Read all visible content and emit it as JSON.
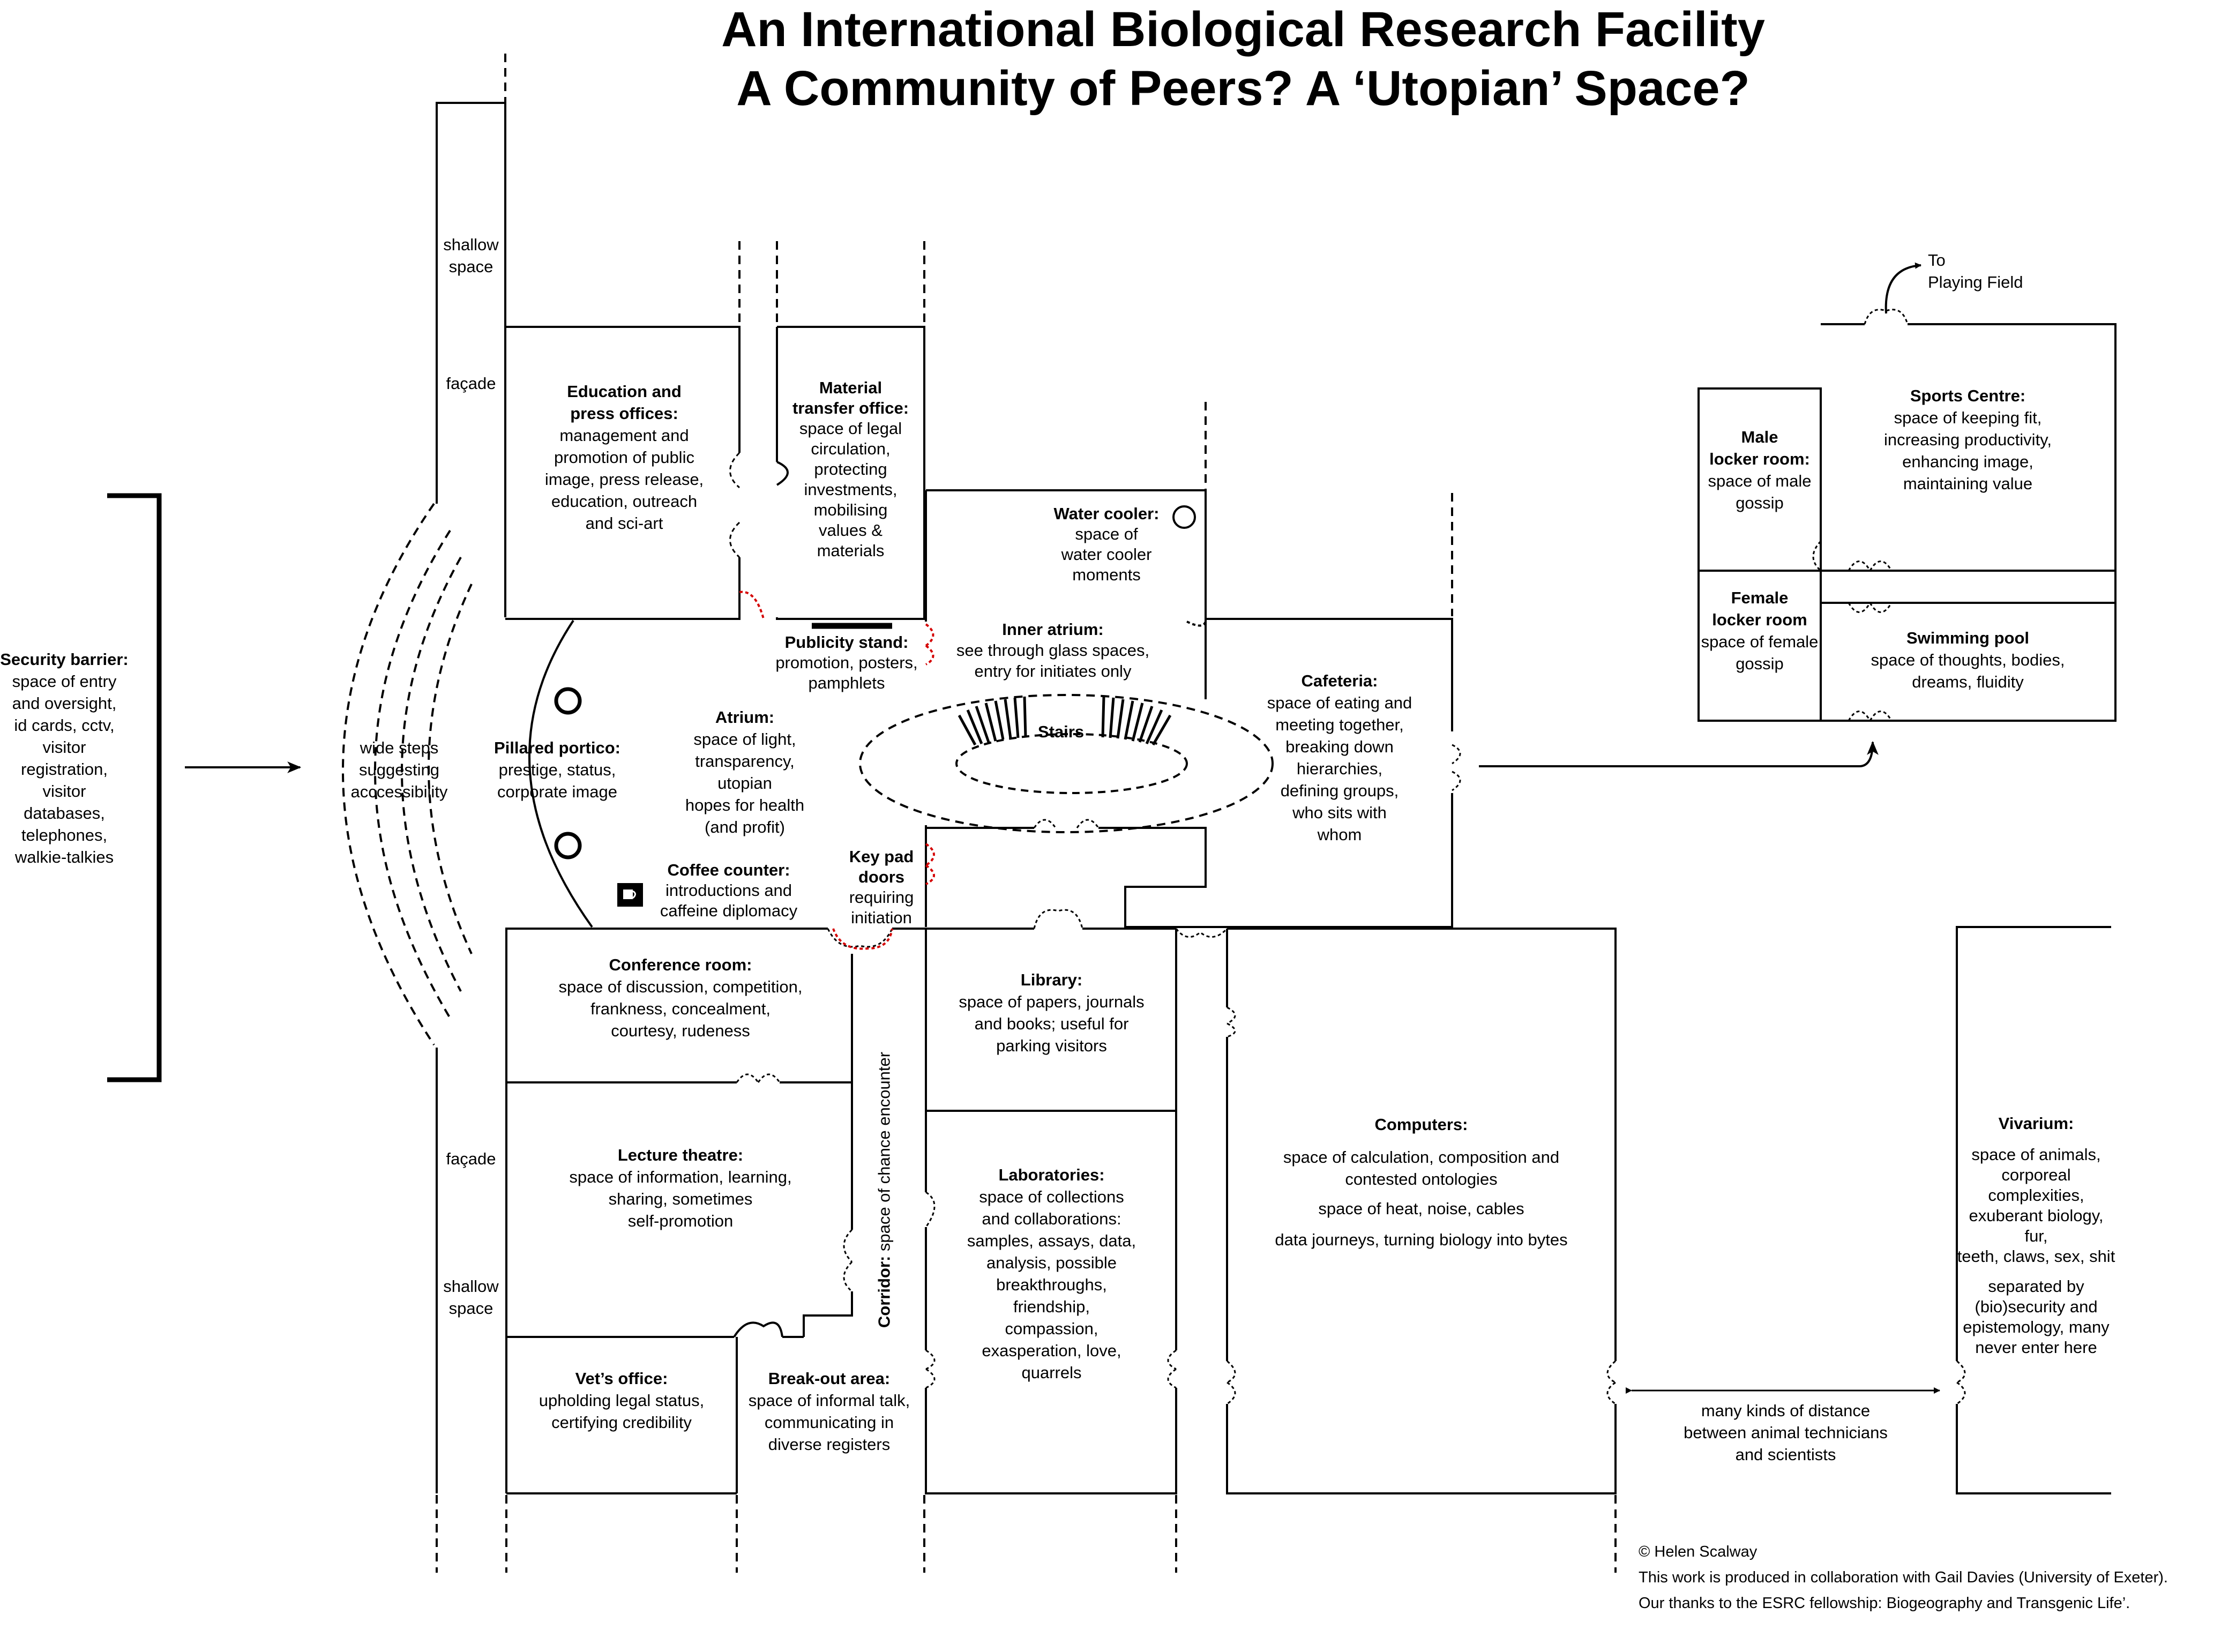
{
  "title": {
    "line1": "An International Biological Research Facility",
    "line2": "A Community of Peers? A ‘Utopian’ Space?"
  },
  "security": {
    "title": "Security barrier:",
    "lines": [
      "space of entry",
      "and oversight,",
      "id cards, cctv,",
      "visitor",
      "registration,",
      "visitor",
      "databases,",
      "telephones,",
      "walkie-talkies"
    ]
  },
  "steps": {
    "lines": [
      "wide steps",
      "suggesting",
      "acccessibility"
    ]
  },
  "facade_labels": {
    "shallow_space": [
      "shallow",
      "space"
    ],
    "facade": "façade"
  },
  "rooms": {
    "education": {
      "title": [
        "Education and",
        "press offices:"
      ],
      "lines": [
        "management and",
        "promotion of public",
        "image, press release,",
        "education, outreach",
        "and sci-art"
      ]
    },
    "material": {
      "title": [
        "Material",
        "transfer office:"
      ],
      "lines": [
        "space of legal",
        "circulation,",
        "protecting",
        "investments,",
        "mobilising",
        "values &",
        "materials"
      ]
    },
    "water": {
      "title": "Water cooler:",
      "lines": [
        "space of",
        "water cooler",
        "moments"
      ]
    },
    "publicity": {
      "title": "Publicity stand:",
      "lines": [
        "promotion, posters,",
        "pamphlets"
      ]
    },
    "inner_atrium": {
      "title": "Inner atrium:",
      "lines": [
        "see through glass spaces,",
        "entry for initiates only"
      ]
    },
    "atrium": {
      "title": "Atrium:",
      "lines": [
        "space of light,",
        "transparency, utopian",
        "hopes for health",
        "(and profit)"
      ]
    },
    "portico": {
      "title": "Pillared portico:",
      "lines": [
        "prestige, status,",
        "corporate image"
      ]
    },
    "stairs": "Stairs",
    "cafeteria": {
      "title": "Cafeteria:",
      "lines": [
        "space of eating and",
        "meeting together,",
        "breaking down",
        "hierarchies,",
        "defining groups,",
        "who sits with",
        "whom"
      ]
    },
    "coffee": {
      "title": "Coffee counter:",
      "lines": [
        "introductions and",
        "caffeine diplomacy"
      ]
    },
    "keypad": {
      "title": [
        "Key pad",
        "doors"
      ],
      "lines": [
        "requiring",
        "initiation"
      ]
    },
    "conference": {
      "title": "Conference room:",
      "lines": [
        "space of discussion, competition,",
        "frankness, concealment,",
        "courtesy, rudeness"
      ]
    },
    "corridor": {
      "title": "Corridor:",
      "text": " space of chance encounter"
    },
    "lecture": {
      "title": "Lecture theatre:",
      "lines": [
        "space of information, learning,",
        "sharing, sometimes",
        "self-promotion"
      ]
    },
    "vet": {
      "title": "Vet’s office:",
      "lines": [
        "upholding legal status,",
        "certifying credibility"
      ]
    },
    "breakout": {
      "title": "Break-out area:",
      "lines": [
        "space of informal talk,",
        "communicating in",
        "diverse registers"
      ]
    },
    "library": {
      "title": "Library:",
      "lines": [
        "space of papers, journals",
        "and books; useful for",
        "parking visitors"
      ]
    },
    "laboratories": {
      "title": "Laboratories:",
      "lines": [
        "space of collections",
        "and collaborations:",
        "samples, assays, data,",
        "analysis, possible",
        "breakthroughs,",
        "friendship,",
        "compassion,",
        "exasperation, love,",
        "quarrels"
      ]
    },
    "computers": {
      "title": "Computers:",
      "para1": [
        "space of calculation, composition and",
        "contested ontologies"
      ],
      "para2": "space of heat, noise, cables",
      "para3": "data journeys, turning biology into bytes"
    },
    "vivarium": {
      "title": "Vivarium:",
      "para1": [
        "space of animals,",
        "corporeal complexities,",
        "exuberant biology, fur,",
        "teeth, claws, sex, shit"
      ],
      "para2": [
        "separated by",
        "(bio)security and",
        "epistemology, many",
        "never enter here"
      ]
    },
    "distance": {
      "lines": [
        "many kinds of distance",
        "between animal technicians",
        "and scientists"
      ]
    },
    "male_locker": {
      "title": [
        "Male",
        "locker room:"
      ],
      "lines": [
        "space of male",
        "gossip"
      ]
    },
    "female_locker": {
      "title": [
        "Female",
        "locker room"
      ],
      "lines": [
        "space of female",
        "gossip"
      ]
    },
    "sports": {
      "title": "Sports Centre:",
      "lines": [
        "space of keeping fit,",
        "increasing productivity,",
        "enhancing image,",
        "maintaining value"
      ]
    },
    "pool": {
      "title": "Swimming pool",
      "lines": [
        "space of thoughts, bodies,",
        "dreams, fluidity"
      ]
    },
    "playing_field": {
      "lines": [
        "To",
        "Playing Field"
      ]
    }
  },
  "footer": {
    "line1": "© Helen Scalway",
    "line2": "This work is produced in collaboration with Gail Davies (University of Exeter).",
    "line3": "Our thanks to the ESRC fellowship: Biogeography and Transgenic Life’."
  },
  "colors": {
    "ink": "#000000",
    "door_red": "#d40000",
    "background": "#ffffff"
  }
}
